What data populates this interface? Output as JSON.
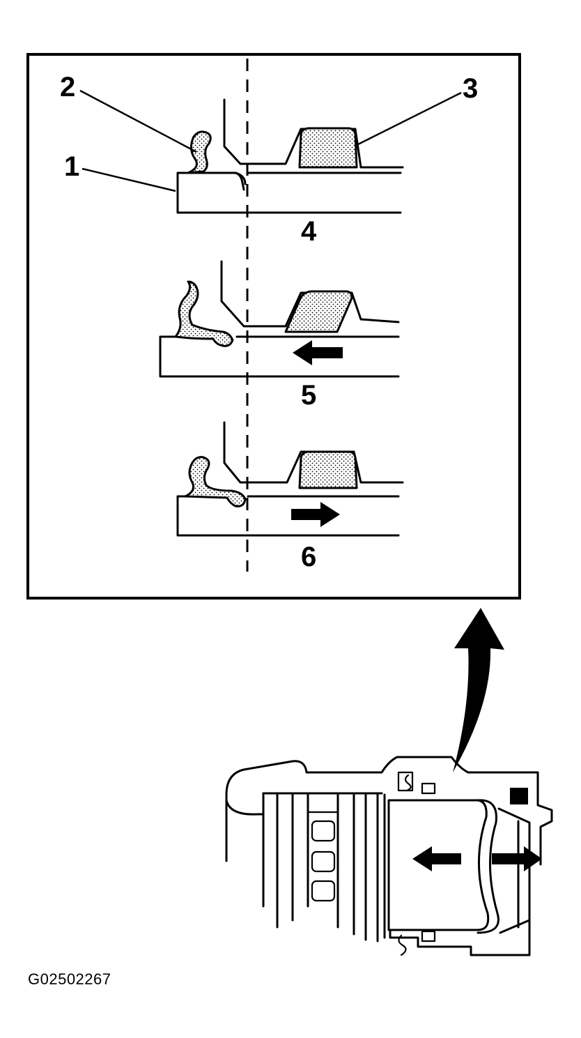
{
  "figure_id": "G02502267",
  "callouts": {
    "c1": "1",
    "c2": "2",
    "c3": "3",
    "c4": "4",
    "c5": "5",
    "c6": "6"
  }
}
